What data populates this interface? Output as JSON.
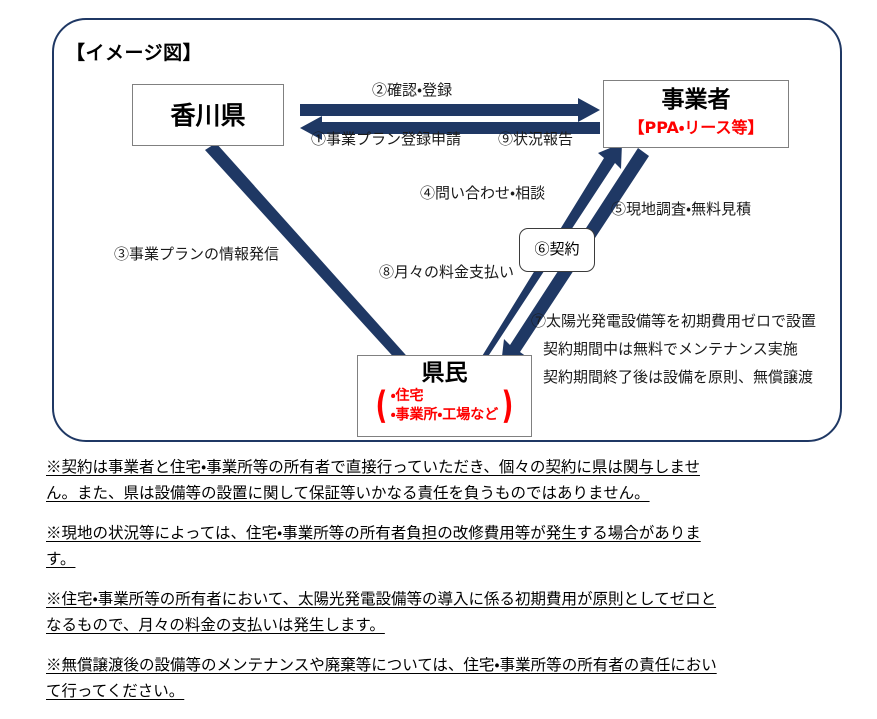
{
  "diagram": {
    "title": "【イメージ図】",
    "frame_color": "#1F3864",
    "arrow_color": "#1F3864",
    "accent_color": "#FF0000",
    "boxes": {
      "kagawa": {
        "title": "香川県"
      },
      "jigyousha": {
        "title": "事業者",
        "sub": "【PPA・リース等】"
      },
      "kenmin": {
        "title": "県民",
        "bracket_open": "(",
        "bracket_close": ")",
        "items": [
          "・住宅",
          "・事業所・工場など"
        ]
      },
      "keiyaku": {
        "label": "⑥契約"
      }
    },
    "labels": {
      "step2": "②確認・登録",
      "step1": "①事業プラン登録申請",
      "step9": "⑨状況報告",
      "step3": "③事業プランの情報発信",
      "step4": "④問い合わせ・相談",
      "step5": "⑤現地調査・無料見積",
      "step8": "⑧月々の料金支払い",
      "step7": [
        "⑦太陽光発電設備等を初期費用ゼロで設置",
        "契約期間中は無料でメンテナンス実施",
        "契約期間終了後は設備を原則、無償譲渡"
      ]
    }
  },
  "notes": [
    {
      "line1": "※契約は事業者と住宅・事業所等の所有者で直接行っていただき、個々の契約に県は関与しませ",
      "line2": "ん。また、県は設備等の設置に関して保証等いかなる責任を負うものではありません。"
    },
    {
      "line1": "※現地の状況等によっては、住宅・事業所等の所有者負担の改修費用等が発生する場合がありま",
      "line2": "す。"
    },
    {
      "line1": "※住宅・事業所等の所有者において、太陽光発電設備等の導入に係る初期費用が原則としてゼロと",
      "line2": "なるもので、月々の料金の支払いは発生します。"
    },
    {
      "line1": "※無償譲渡後の設備等のメンテナンスや廃棄等については、住宅・事業所等の所有者の責任におい",
      "line2": "て行ってください。"
    }
  ]
}
